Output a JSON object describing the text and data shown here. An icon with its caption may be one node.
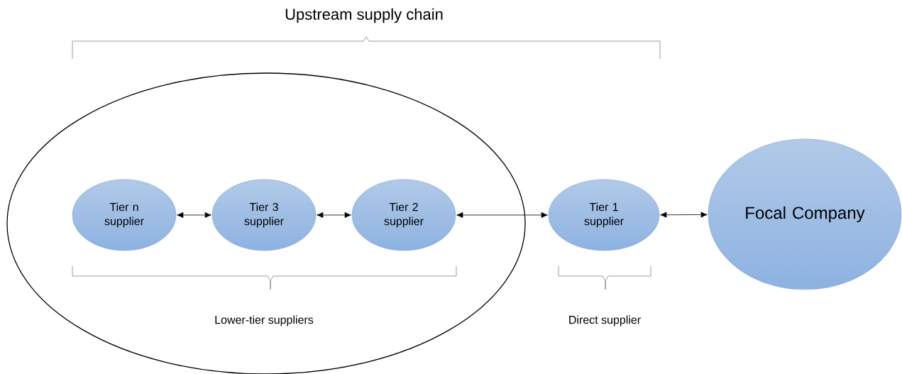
{
  "diagram": {
    "nodes": [
      {
        "text": [],
        "shape": "ellipse"
      },
      {
        "text": [
          "Tier n supplier"
        ],
        "in": 0
      },
      {
        "text": [
          "Tier 3 supplier"
        ],
        "in": 0
      },
      {
        "text": [
          "Tier 2 supplier"
        ],
        "in": 0
      },
      {
        "text": [
          "Tier 1 supplier"
        ]
      },
      {
        "text": [
          "Focal Company"
        ]
      }
    ],
    "edges": [
      {
        "from": 1,
        "to": 2,
        "arrow": "both"
      },
      {
        "from": 2,
        "to": 3,
        "arrow": "both"
      },
      {
        "from": 3,
        "to": 4,
        "arrow": "both"
      },
      {
        "from": 4,
        "to": 5,
        "arrow": "both"
      }
    ],
    "labels": [
      "Upstream supply chain",
      "Lower-tier suppliers",
      "Direct supplier"
    ]
  }
}
